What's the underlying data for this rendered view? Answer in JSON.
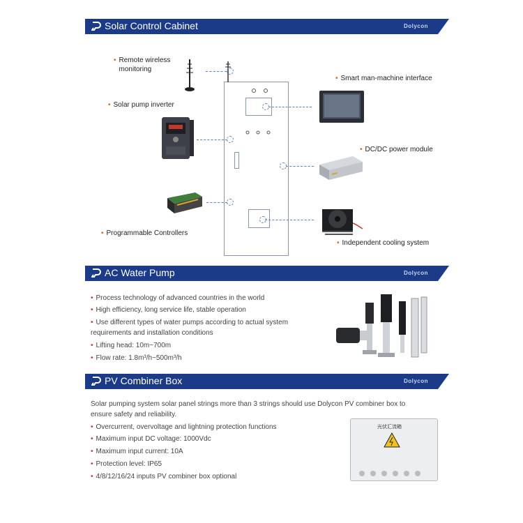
{
  "sections": {
    "cabinet": {
      "title": "Solar Control Cabinet",
      "brand": "Dolycon"
    },
    "pump": {
      "title": "AC Water Pump",
      "brand": "Dolycon"
    },
    "combiner": {
      "title": "PV Combiner Box",
      "brand": "Dolycon"
    }
  },
  "cabinet_labels": {
    "remote": "Remote wireless\nmonitoring",
    "inverter": "Solar pump inverter",
    "plc": "Programmable Controllers",
    "hmi": "Smart man-machine interface",
    "dcdc": "DC/DC power module",
    "cooling": "Independent cooling system"
  },
  "pump_bullets": [
    "Process technology of advanced countries in the world",
    "High efficiency, long service life, stable operation",
    "Use different types of water pumps according to actual system",
    "requirements and installation conditions",
    "Lifting head: 10m~700m",
    "Flow rate: 1.8m³/h~500m³/h"
  ],
  "combiner_intro": "Solar pumping system solar panel strings more than 3 strings should use Dolycon PV combiner box to ensure safety and reliability.",
  "combiner_bullets": [
    "Overcurrent, overvoltage and lightning protection functions",
    "Maximum input DC voltage: 1000Vdc",
    "Maximum input current: 10A",
    "Protection level: IP65",
    "4/8/12/16/24 inputs PV combiner box optional"
  ],
  "combiner_box_label": "光伏汇流箱",
  "colors": {
    "banner": "#1b3b88",
    "accent": "#e0601a",
    "bullet": "#c0392b"
  }
}
